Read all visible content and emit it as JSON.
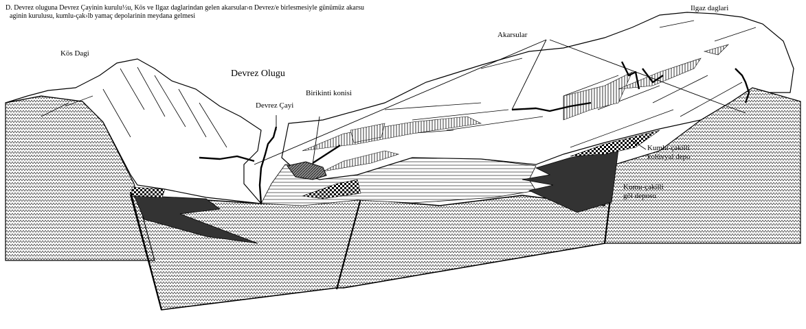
{
  "caption": {
    "line1": "D. Devrez oluguna Devrez Çayinin kurulu½u, Kös ve Ilgaz daglarindan gelen akarsular›n Devrez/e birlesmesiyle günümüz akarsu",
    "line2": "aginin kurulusu, kumlu-çak›lb yamaç depolarinin meydana gelmesi"
  },
  "labels": {
    "kos_dagi": "Kös Dagi",
    "ilgaz_daglari": "Ilgaz daglari",
    "devrez_olugu": "Devrez Olugu",
    "devrez_cayi": "Devrez Çayi",
    "birikinti_konisi": "Birikinti konisi",
    "akarsular": "Akarsular",
    "kumlu_cakilli_line1": "Kumlu-çakilli",
    "kumlu_cakilli_line2": "kolüvyal depo",
    "kumu_cakilli_line1": "Kumu-çakilli",
    "kumu_cakilli_line2": "göl deposu"
  },
  "colors": {
    "ink": "#000000",
    "paper": "#ffffff",
    "dark_fill": "#333333",
    "mid_fill": "#9a9a9a"
  }
}
